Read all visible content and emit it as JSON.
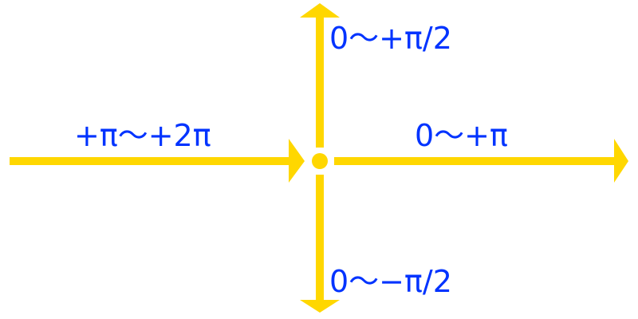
{
  "colors": {
    "arrow": "#FFD700",
    "text": "#0033FF"
  },
  "labels": {
    "up": "0〜+π/2",
    "left": "+π〜+2π",
    "right": "0〜+π",
    "down": "0〜−π/2"
  }
}
